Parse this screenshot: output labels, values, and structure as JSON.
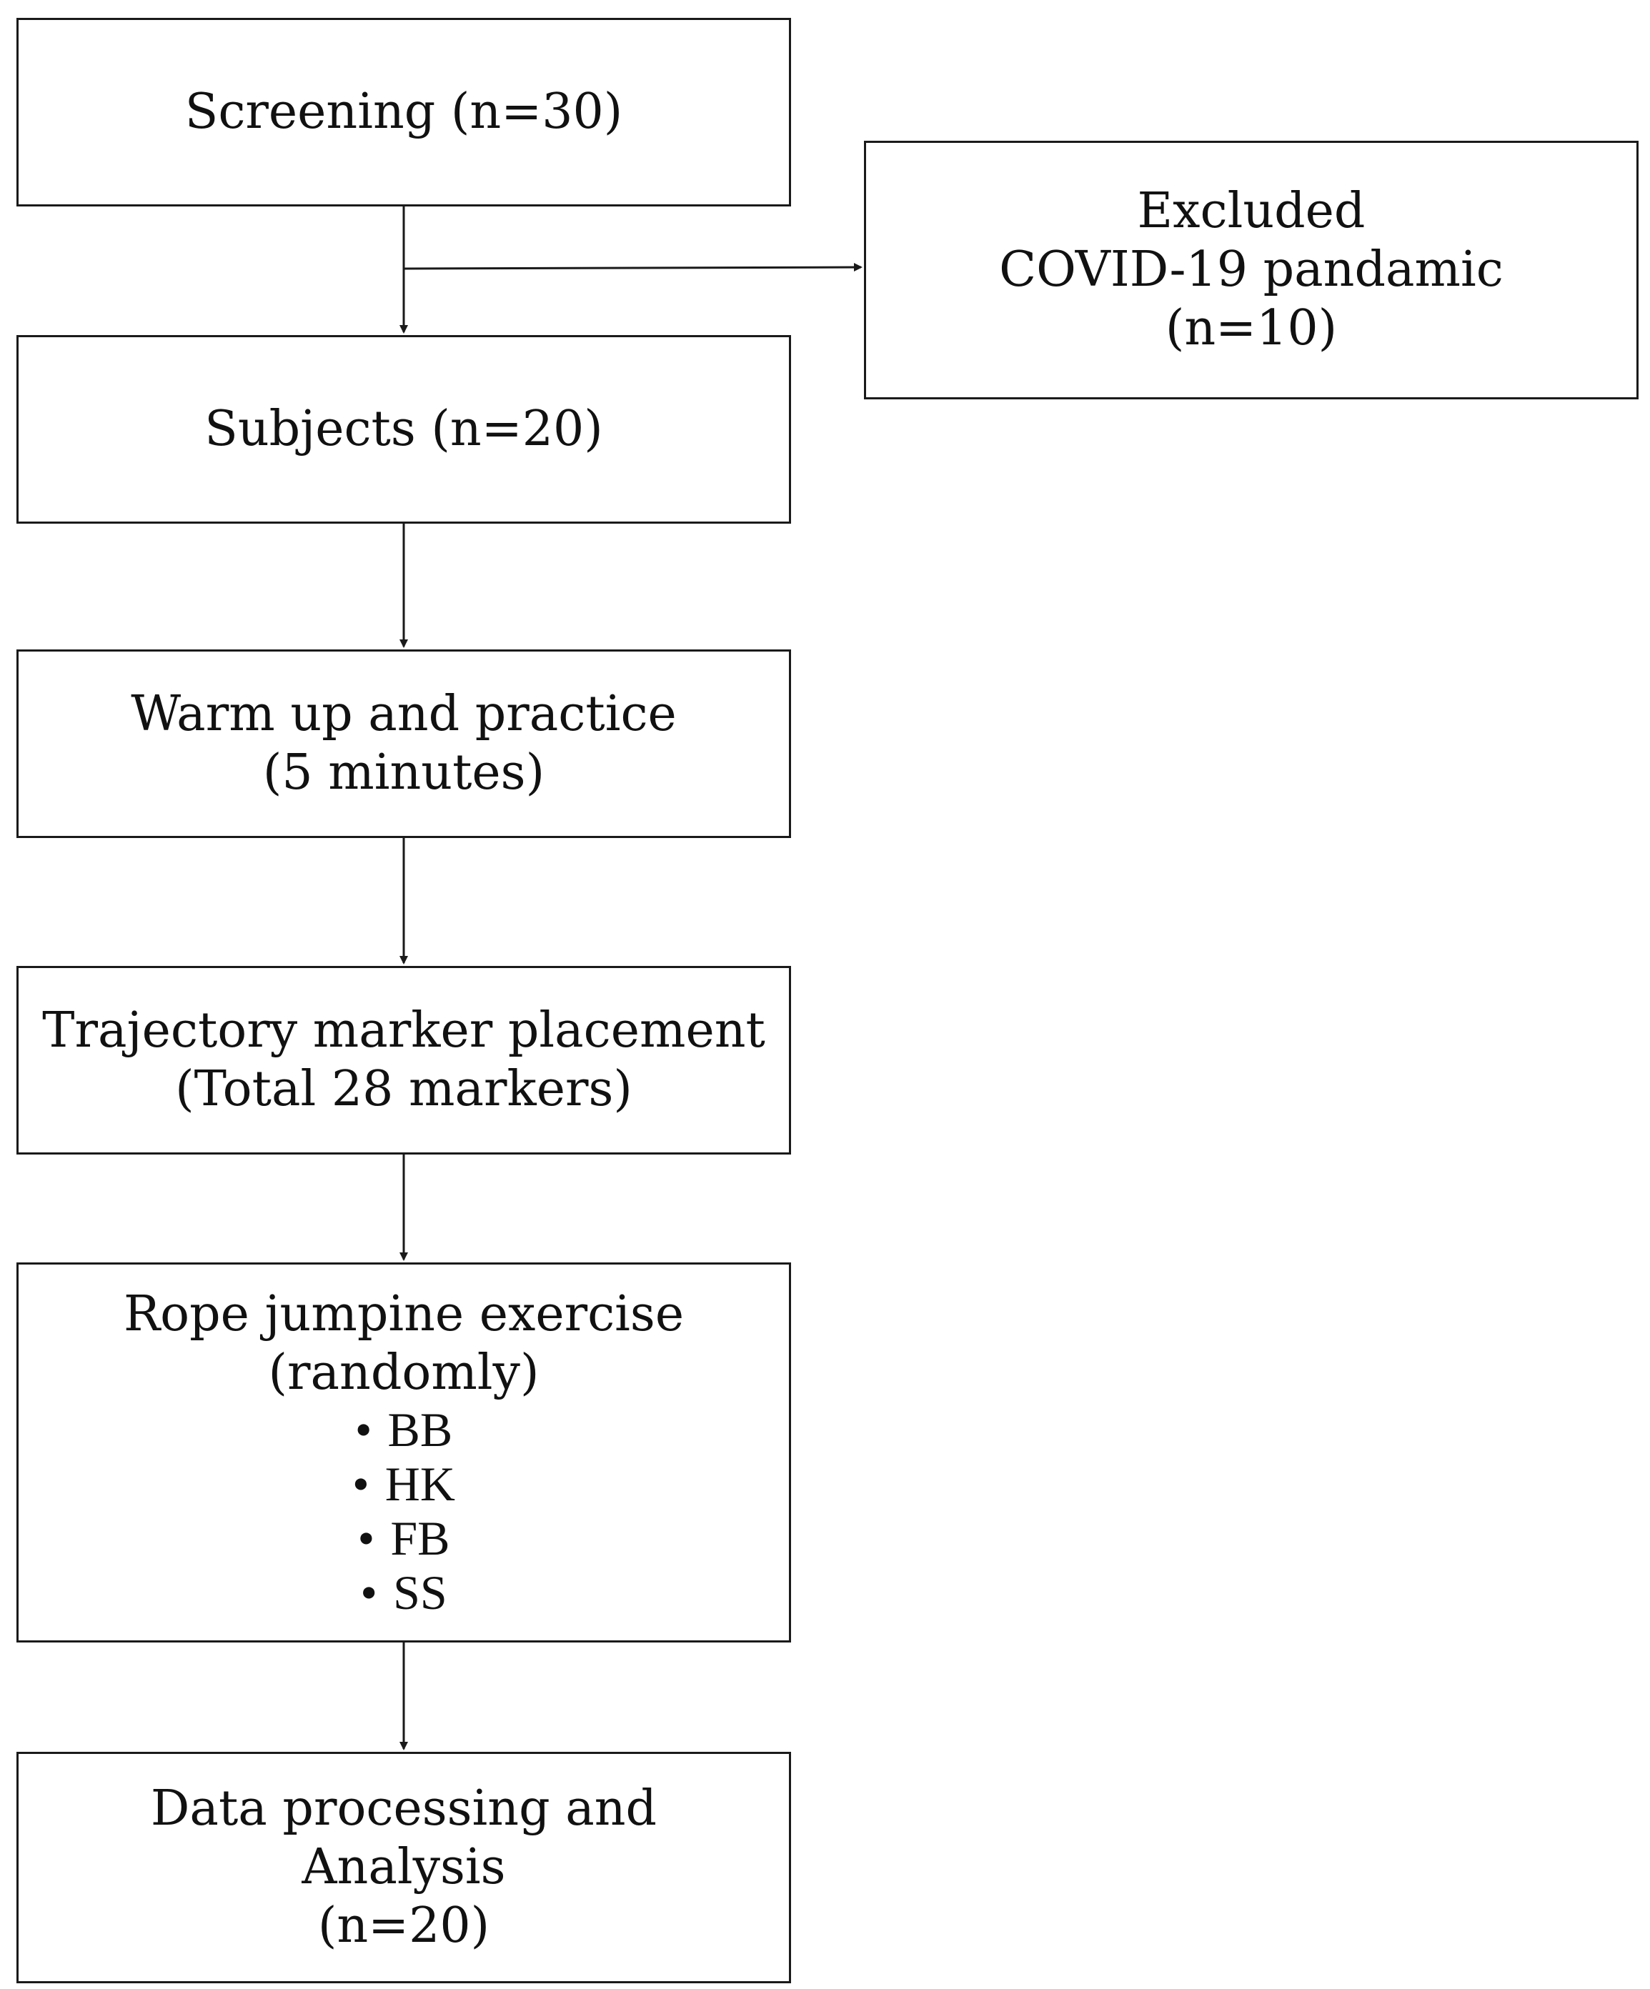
{
  "diagram": {
    "screening": {
      "lines": [
        "Screening (n=30)"
      ]
    },
    "excluded": {
      "lines": [
        "Excluded",
        "COVID-19 pandamic",
        "(n=10)"
      ]
    },
    "subjects": {
      "lines": [
        "Subjects (n=20)"
      ]
    },
    "warmup": {
      "lines": [
        "Warm up and practice",
        "(5 minutes)"
      ]
    },
    "marker": {
      "lines": [
        "Trajectory marker placement",
        "(Total 28 markers)"
      ]
    },
    "rope": {
      "lines": [
        "Rope jumpine exercise",
        "(randomly)"
      ],
      "bullet_glyph": "•",
      "items": [
        "BB",
        "HK",
        "FB",
        "SS"
      ]
    },
    "analysis": {
      "lines": [
        "Data processing and",
        "Analysis",
        "(n=20)"
      ]
    },
    "colors": {
      "stroke": "#1a1a1a",
      "text": "#111111",
      "background": "#ffffff"
    }
  }
}
